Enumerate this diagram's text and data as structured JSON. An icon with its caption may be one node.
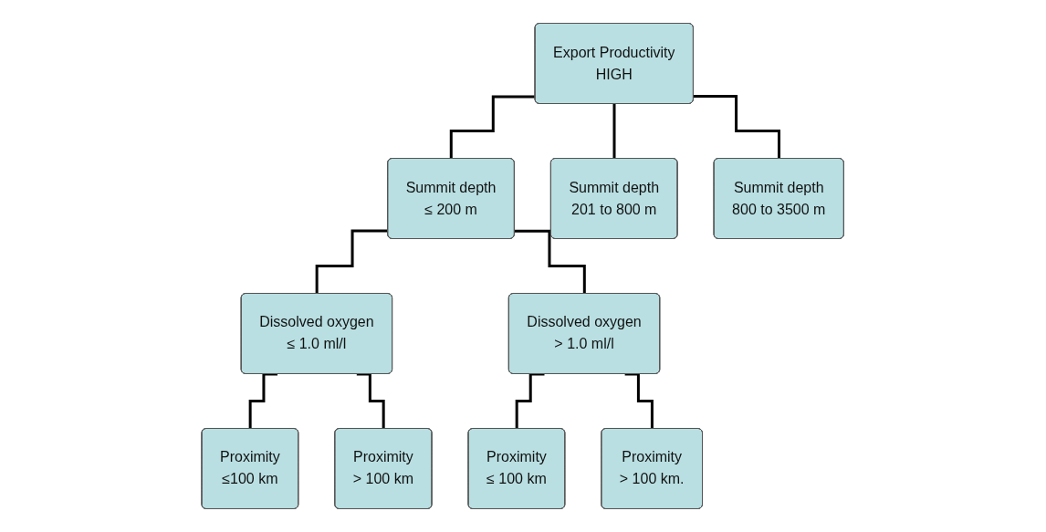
{
  "diagram": {
    "nodes": [
      {
        "text": [
          "Export Productivity",
          "HIGH"
        ]
      },
      {
        "text": [
          "Summit depth",
          "≤ 200 m"
        ]
      },
      {
        "text": [
          "Summit depth",
          "201 to 800 m"
        ]
      },
      {
        "text": [
          "Summit depth",
          "800 to 3500 m"
        ]
      },
      {
        "text": [
          "Dissolved oxygen",
          "≤ 1.0 ml/l"
        ]
      },
      {
        "text": [
          "Dissolved oxygen",
          "> 1.0 ml/l"
        ]
      },
      {
        "text": [
          "Proximity",
          "≤100 km"
        ]
      },
      {
        "text": [
          "Proximity",
          "> 100 km"
        ]
      },
      {
        "text": [
          "Proximity",
          "≤ 100 km"
        ]
      },
      {
        "text": [
          "Proximity",
          "> 100 km."
        ]
      }
    ],
    "edges": [
      {
        "from": 0,
        "to": 1,
        "arrow": "none"
      },
      {
        "from": 0,
        "to": 2,
        "arrow": "none"
      },
      {
        "from": 0,
        "to": 3,
        "arrow": "none"
      },
      {
        "from": 1,
        "to": 4,
        "arrow": "none"
      },
      {
        "from": 1,
        "to": 5,
        "arrow": "none"
      },
      {
        "from": 4,
        "to": 6,
        "arrow": "none"
      },
      {
        "from": 4,
        "to": 7,
        "arrow": "none"
      },
      {
        "from": 5,
        "to": 8,
        "arrow": "none"
      },
      {
        "from": 5,
        "to": 9,
        "arrow": "none"
      }
    ]
  }
}
